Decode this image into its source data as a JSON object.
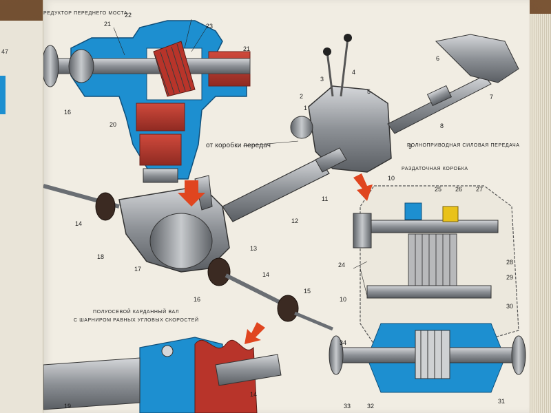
{
  "captions": {
    "front_axle_reducer": "РЕДУКТОР ПЕРЕДНЕГО МОСТА",
    "from_gearbox": "от коробки передач",
    "awd_transmission": "ПОЛНОПРИВОДНАЯ СИЛОВАЯ ПЕРЕДАЧА",
    "transfer_case": "РАЗДАТОЧНАЯ КОРОБКА",
    "halfshaft_line1": "ПОЛУОСЕВОЙ КАРДАННЫЙ ВАЛ",
    "halfshaft_line2": "С ШАРНИРОМ РАВНЫХ УГЛОВЫХ СКОРОСТЕЙ"
  },
  "left_page_number": "47",
  "callouts": [
    "1",
    "2",
    "3",
    "4",
    "5",
    "6",
    "7",
    "8",
    "9",
    "10",
    "11",
    "12",
    "13",
    "14",
    "14",
    "15",
    "16",
    "16",
    "17",
    "18",
    "19",
    "20",
    "21",
    "22",
    "23",
    "24",
    "25",
    "26",
    "27",
    "28",
    "29",
    "30",
    "31",
    "32",
    "33",
    "34",
    "10",
    "14",
    "21"
  ],
  "colors": {
    "page": "#f1ede3",
    "blue": "#1d8fd0",
    "red": "#b8342a",
    "steel": "#8c8f94",
    "yellow": "#e9c21a",
    "arrow": "#e0451f"
  }
}
